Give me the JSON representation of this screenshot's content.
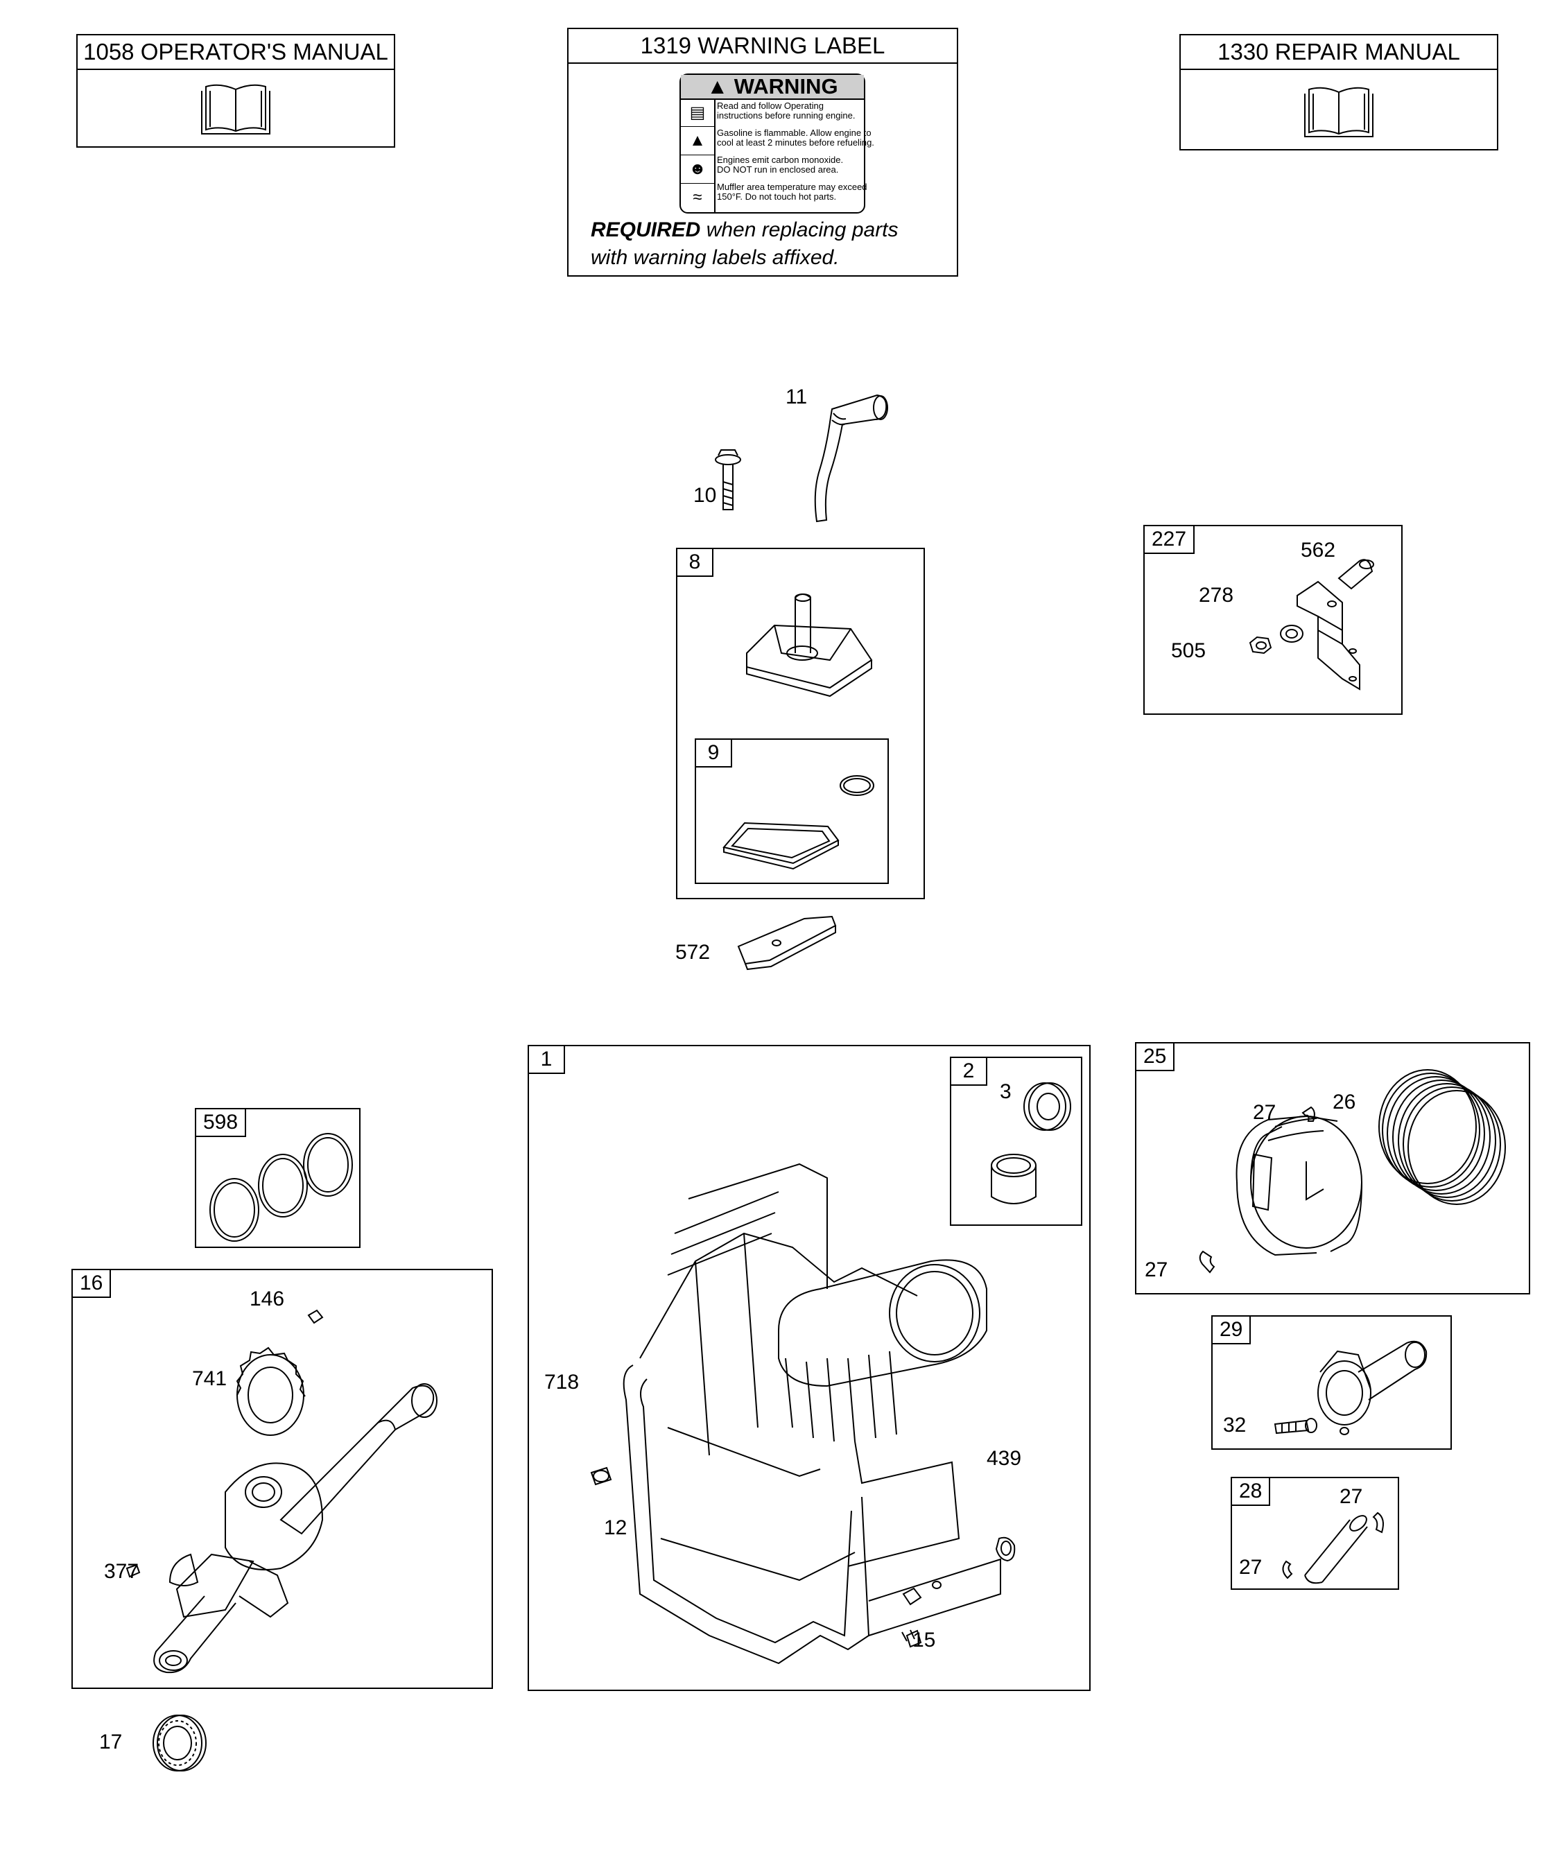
{
  "manuals": {
    "operator": "1058 OPERATOR'S MANUAL",
    "warning_label": "1319 WARNING LABEL",
    "repair": "1330 REPAIR MANUAL"
  },
  "warning": {
    "heading": "WARNING",
    "lines": [
      "Read and follow Operating",
      "instructions before running engine.",
      "Gasoline is flammable. Allow engine to",
      "cool at least 2 minutes before refueling.",
      "Engines emit carbon monoxide.",
      "DO NOT run in enclosed area.",
      "Muffler area temperature may exceed",
      "150°F.  Do not touch hot parts."
    ],
    "required_bold": "REQUIRED",
    "required_rest": " when replacing parts",
    "required_line2": "with warning labels affixed."
  },
  "groups": {
    "g8": "8",
    "g9": "9",
    "g227": "227",
    "g598": "598",
    "g16": "16",
    "g1": "1",
    "g2": "2",
    "g25": "25",
    "g29": "29",
    "g28": "28"
  },
  "parts": {
    "p11": "11",
    "p10": "10",
    "p572": "572",
    "p562": "562",
    "p278": "278",
    "p505": "505",
    "p146": "146",
    "p741": "741",
    "p377": "377",
    "p17": "17",
    "p3": "3",
    "p718": "718",
    "p12": "12",
    "p439": "439",
    "p15": "15",
    "p27a": "27",
    "p26": "26",
    "p27b": "27",
    "p32": "32",
    "p27c": "27",
    "p27d": "27"
  },
  "colors": {
    "line": "#000000",
    "background": "#ffffff",
    "label_fill": "#cfcfcf"
  }
}
